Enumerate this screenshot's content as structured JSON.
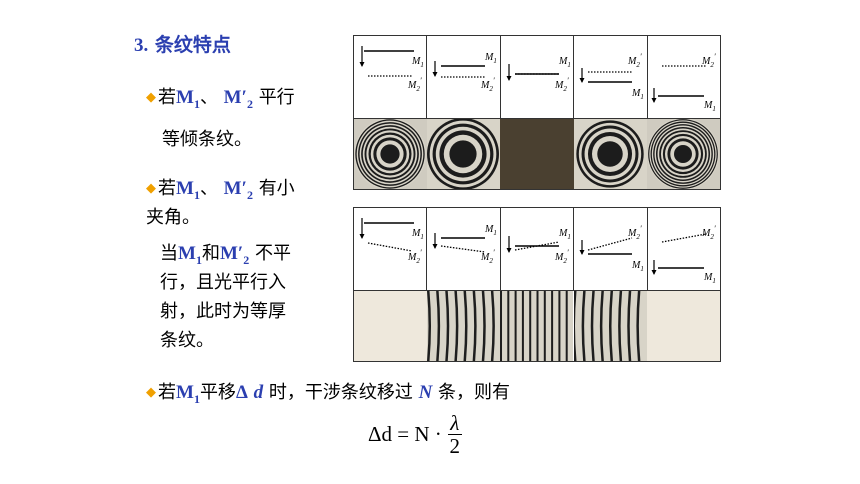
{
  "section_title": {
    "num": "3.",
    "text": "条纹特点"
  },
  "bullets": {
    "b1": {
      "prefix": "若",
      "m1": "M",
      "m1_sub": "1",
      "sep": "、",
      "m2": "M′",
      "m2_sub": "2",
      "suffix": "平行"
    },
    "b1_line2": "等倾条纹。",
    "b2": {
      "prefix": "若",
      "m1": "M",
      "m1_sub": "1",
      "sep": "、",
      "m2": "M′",
      "m2_sub": "2",
      "suffix": "有小"
    },
    "b2_line2": "夹角。",
    "b2_sub": {
      "prefix": "当",
      "m1": "M",
      "m1_sub": "1",
      "and": "和",
      "m2": "M′",
      "m2_sub": "2",
      "suffix": "不平"
    },
    "b2_sub_line2": "行，且光平行入",
    "b2_sub_line3": "射，此时为等厚",
    "b2_sub_line4": "条纹。",
    "b3": {
      "prefix": "若",
      "m1": "M",
      "m1_sub": "1",
      "mid": "平移",
      "delta": "Δ",
      "d": "d",
      "mid2": "时，干涉条纹移过",
      "n": "N",
      "suffix": "条，则有"
    }
  },
  "mirror_labels": {
    "m1": "M",
    "m1_sub": "1",
    "m2": "M",
    "m2_sub": "2",
    "prime": "′"
  },
  "formula": {
    "lhs": "Δd = N ·",
    "num": "λ",
    "den": "2"
  },
  "colors": {
    "accent_blue": "#2b3fb0",
    "bullet_orange": "#f0a000",
    "dark_fill": "#4a4030"
  }
}
